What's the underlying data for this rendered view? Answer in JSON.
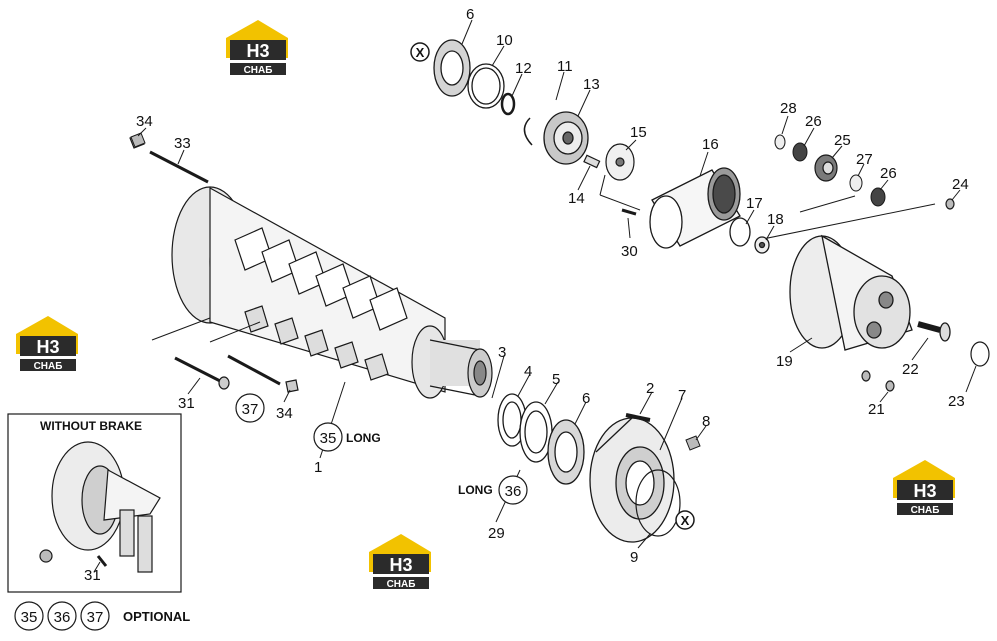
{
  "logos": [
    {
      "big": "H3",
      "small": "СНАБ"
    },
    {
      "big": "H3",
      "small": "СНАБ"
    },
    {
      "big": "H3",
      "small": "СНАБ"
    },
    {
      "big": "H3",
      "small": "СНАБ"
    }
  ],
  "inset": {
    "title": "WITHOUT BRAKE",
    "callout": "31"
  },
  "legend": {
    "items": [
      "35",
      "36",
      "37"
    ],
    "text": "OPTIONAL"
  },
  "long_label": "LONG",
  "callouts": {
    "c1": "1",
    "c2": "2",
    "c3": "3",
    "c4": "4",
    "c5": "5",
    "c6a": "6",
    "c6b": "6",
    "c7": "7",
    "c8": "8",
    "c9": "9",
    "c10": "10",
    "c11": "11",
    "c12": "12",
    "c13": "13",
    "c14": "14",
    "c15": "15",
    "c16": "16",
    "c17": "17",
    "c18": "18",
    "c19": "19",
    "c21": "21",
    "c22": "22",
    "c23": "23",
    "c24": "24",
    "c25": "25",
    "c26a": "26",
    "c26b": "26",
    "c27": "27",
    "c28": "28",
    "c29": "29",
    "c30": "30",
    "c31": "31",
    "c33": "33",
    "c34a": "34",
    "c34b": "34",
    "c35": "35",
    "c36": "36",
    "c37": "37"
  },
  "markers": {
    "x1": "X",
    "x2": "X"
  },
  "colors": {
    "logo_yellow": "#f2c200",
    "logo_dark": "#2b2b2b",
    "line": "#1a1a1a"
  }
}
